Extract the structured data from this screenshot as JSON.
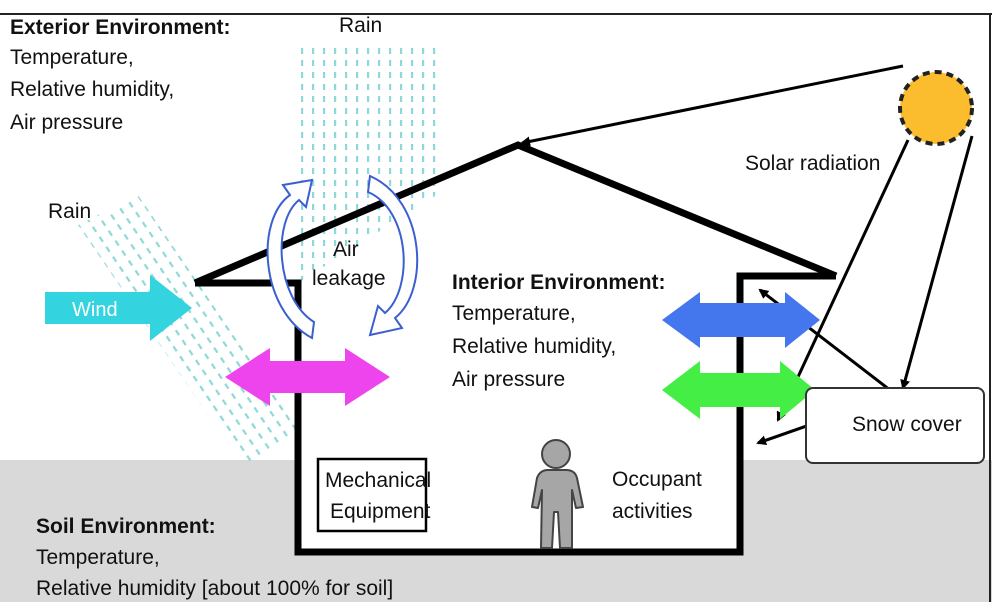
{
  "exterior": {
    "title": "Exterior Environment:",
    "lines": [
      "Temperature,",
      "Relative humidity,",
      "Air pressure"
    ]
  },
  "rain_top_label": "Rain",
  "rain_left_label": "Rain",
  "wind_label": "Wind",
  "air_leakage": [
    "Air",
    "leakage"
  ],
  "interior": {
    "title": "Interior Environment:",
    "lines": [
      "Temperature,",
      "Relative humidity,",
      "Air pressure"
    ]
  },
  "solar_label": "Solar radiation",
  "snow_label": "Snow cover",
  "mechanical": [
    "Mechanical",
    "Equipment"
  ],
  "occupant": [
    "Occupant",
    "activities"
  ],
  "soil": {
    "title": "Soil Environment:",
    "lines": [
      "Temperature,",
      "Relative humidity [about 100% for soil]"
    ]
  },
  "colors": {
    "ground": "#d9d9d9",
    "rain": "#8fd8d8",
    "wind": "#33d3e0",
    "magenta_arrow": "#ee44ee",
    "blue_arrow": "#4477ee",
    "green_arrow": "#44ee44",
    "sun": "#fbbd2e",
    "air_leakage_arrows": "#3a5fd0",
    "house": "#000000",
    "person": "#a6a6a6"
  }
}
